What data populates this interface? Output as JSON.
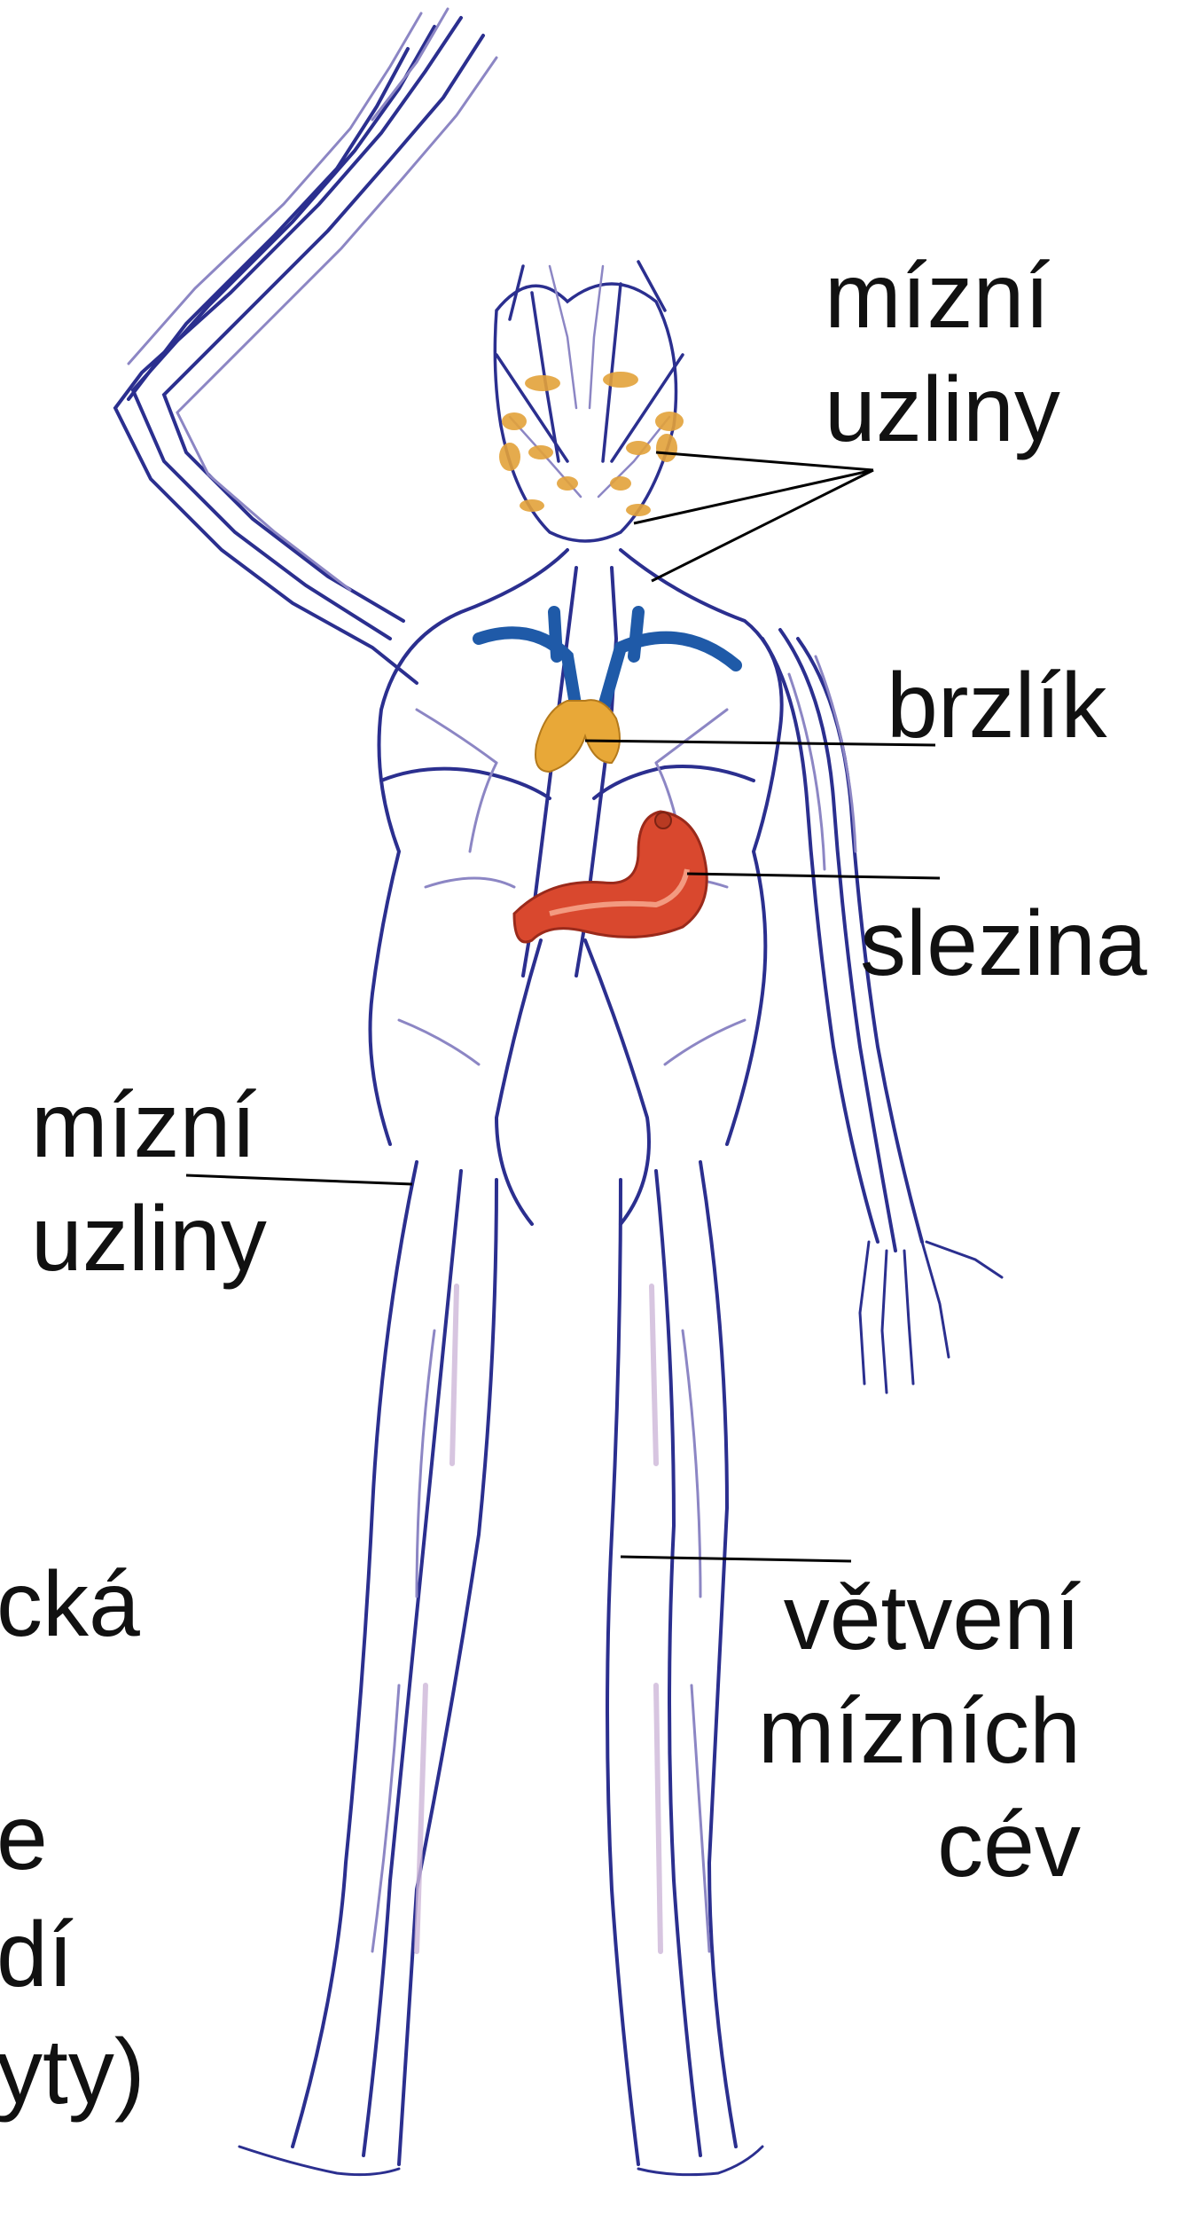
{
  "labels": {
    "lymph_nodes_upper": {
      "line1": "mízní",
      "line2": "uzliny"
    },
    "thymus": "brzlík",
    "spleen": "slezina",
    "lymph_nodes_lower": {
      "line1": "mízní",
      "line2": "uzliny"
    },
    "branching": {
      "line1": "větvení",
      "line2": "mízních",
      "line3": "cév"
    }
  },
  "cut_text": {
    "line1": "cká",
    "line2": "e",
    "line3": "dí",
    "line4": "yty)"
  },
  "colors": {
    "vessel": "#2b2f8f",
    "vessel_light": "#8c86c4",
    "vessel_faint": "#cdb7d8",
    "duct": "#1f5aa8",
    "node": "#e3a23a",
    "thymus": "#e8a838",
    "spleen": "#d9482e",
    "leader": "#000000"
  }
}
